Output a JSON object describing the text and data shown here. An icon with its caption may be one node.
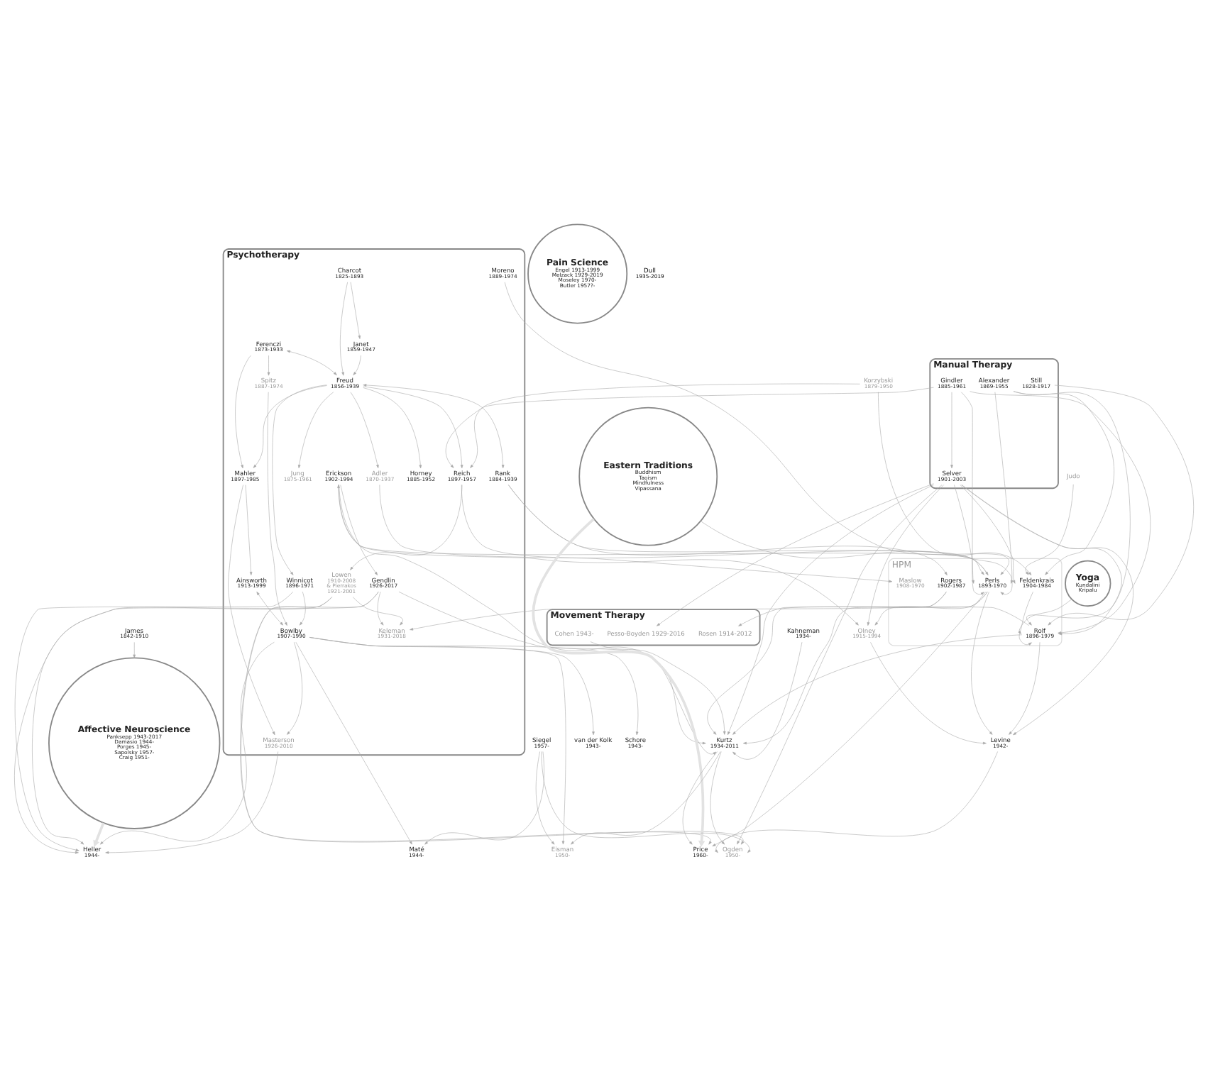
{
  "diagram": {
    "nodes": [
      {
        "text": [
          "Psychotherapy"
        ]
      },
      {
        "text": [
          "Charcot",
          "1825-1893"
        ],
        "in": 0
      },
      {
        "text": [
          "Janet",
          "1859-1947"
        ],
        "in": 0
      },
      {
        "text": [
          "Freud",
          "1856-1939"
        ],
        "in": 0
      },
      {
        "text": [
          "Ferenczi",
          "1873-1933"
        ],
        "in": 0
      },
      {
        "text": [
          "Rank",
          "1884-1939"
        ],
        "in": 0
      },
      {
        "text": [
          "Mahler",
          "1897-1985"
        ],
        "in": 0
      },
      {
        "text": [
          "Jung",
          "1875-1961"
        ],
        "in": 0
      },
      {
        "text": [
          "Adler",
          "1870-1937"
        ],
        "in": 0
      },
      {
        "text": [
          "Horney",
          "1885-1952"
        ],
        "in": 0
      },
      {
        "text": [
          "Reich",
          "1897-1957"
        ],
        "in": 0
      },
      {
        "text": [
          "Spitz",
          "1887-1974"
        ],
        "in": 0
      },
      {
        "text": [
          "Winnicot",
          "1896-1971"
        ],
        "in": 0
      },
      {
        "text": [
          "Moreno",
          "1889-1974"
        ],
        "in": 0
      },
      {
        "text": [
          "Ainsworth",
          "1913-1999"
        ],
        "in": 0
      },
      {
        "text": [
          "Bowlby",
          "1907-1990"
        ],
        "in": 0
      },
      {
        "text": [
          "Lowen",
          "1910-2008",
          "& Pierrakos",
          "1921-2001"
        ],
        "in": 0
      },
      {
        "text": [
          "Erickson",
          "1902-1994"
        ],
        "in": 0
      },
      {
        "text": [
          "Gendlin",
          "1926-2017"
        ],
        "in": 0
      },
      {
        "text": [
          "Keleman",
          "1931-2018"
        ],
        "in": 0
      },
      {
        "text": [
          "Masterson",
          "1926-2010"
        ],
        "in": 0
      },
      {
        "text": [
          "Manual Therapy"
        ]
      },
      {
        "text": [
          "Still",
          "1828-1917"
        ],
        "in": 21
      },
      {
        "text": [
          "Gindler",
          "1885-1961"
        ],
        "in": 21
      },
      {
        "text": [
          "Alexander",
          "1869-1955"
        ],
        "in": 21
      },
      {
        "text": [
          "Selver",
          "1901-2003"
        ],
        "in": 21
      },
      {
        "text": [
          "HPM"
        ]
      },
      {
        "text": [
          "Maslow",
          "1908-1970"
        ],
        "in": 26
      },
      {
        "text": [
          "Rogers",
          "1902-1987"
        ],
        "in": 26
      },
      {
        "text": [
          "Perls",
          "1893-1970"
        ],
        "in": 26
      },
      {
        "text": [
          "Rolf",
          "1896-1979"
        ],
        "in": 26
      },
      {
        "text": [
          "Feldenkrais",
          "1904-1984"
        ],
        "in": 26
      },
      {
        "text": [
          "Movement Therapy"
        ]
      },
      {
        "text": [
          "Pesso-Boyden 1929-2016"
        ],
        "in": 32
      },
      {
        "text": [
          "Rosen 1914-2012"
        ],
        "in": 32
      },
      {
        "text": [
          "Cohen 1943-"
        ],
        "in": 32
      },
      {
        "text": [
          "Yoga",
          "Kundalini",
          "Kripalu"
        ]
      },
      {
        "text": [
          "Judo"
        ]
      },
      {
        "text": [
          "Pain Science",
          "Engel 1913-1999",
          "Melzack 1929-2019",
          "Moseley 1970-",
          "Butler 1957?-"
        ]
      },
      {
        "text": [
          "Affective Neuroscience",
          "Panksepp 1943-2017",
          "Damasio 1944-",
          "Porges 1945-",
          "Sapolsky 1957-",
          "Craig 1951-"
        ]
      },
      {
        "text": [
          "Eastern Traditions",
          "Buddhism",
          "Taoism",
          "Mindfulness",
          "Vipassana"
        ]
      },
      {
        "text": [
          "James",
          "1842-1910"
        ]
      },
      {
        "text": [
          "Korzybski",
          "1879-1950"
        ]
      },
      {
        "text": [
          "van der Kolk",
          "1943-"
        ]
      },
      {
        "text": [
          "Kahneman",
          "1934-"
        ]
      },
      {
        "text": [
          "Schore",
          "1943-"
        ]
      },
      {
        "text": [
          "Siegel",
          "1957-"
        ]
      },
      {
        "text": [
          "Kurtz",
          "1934-2011"
        ]
      },
      {
        "text": [
          "Olney",
          "1915-1994"
        ]
      },
      {
        "text": [
          "Levine",
          "1942-"
        ]
      },
      {
        "text": [
          "Heller",
          "1944-"
        ]
      },
      {
        "text": [
          "Maté",
          "1944-"
        ]
      },
      {
        "text": [
          "Eisman",
          "1950-"
        ]
      },
      {
        "text": [
          "Ogden",
          "1950-"
        ]
      },
      {
        "text": [
          "Price",
          "1960-"
        ]
      }
    ],
    "edges": [
      {
        "from": 1,
        "to": 2,
        "arrow": "to"
      },
      {
        "from": 1,
        "to": 3,
        "arrow": "to"
      },
      {
        "from": 2,
        "to": 3,
        "arrow": "to"
      },
      {
        "from": 4,
        "to": 3,
        "arrow": "both"
      },
      {
        "from": 3,
        "to": 5,
        "arrow": "both"
      },
      {
        "from": 4,
        "to": 6,
        "arrow": "to"
      },
      {
        "from": 4,
        "to": 11,
        "arrow": "to"
      },
      {
        "from": 3,
        "to": 6,
        "arrow": "to"
      },
      {
        "from": 3,
        "to": 7,
        "arrow": "to"
      },
      {
        "from": 3,
        "to": 8,
        "arrow": "to"
      },
      {
        "from": 3,
        "to": 12,
        "arrow": "to"
      },
      {
        "from": 3,
        "to": 9,
        "arrow": "to"
      },
      {
        "from": 3,
        "to": 10,
        "arrow": "to"
      },
      {
        "from": 8,
        "to": 27,
        "arrow": "to"
      },
      {
        "from": 5,
        "to": 28,
        "arrow": "to"
      },
      {
        "from": 5,
        "to": 29,
        "arrow": "to"
      },
      {
        "from": 13,
        "to": 29,
        "arrow": "to"
      },
      {
        "from": 6,
        "to": 14,
        "arrow": "to"
      },
      {
        "from": 6,
        "to": 20,
        "arrow": "to"
      },
      {
        "from": 11,
        "to": 15,
        "arrow": "to"
      },
      {
        "from": 12,
        "to": 15,
        "arrow": "to"
      },
      {
        "from": 12,
        "to": 50,
        "arrow": "to"
      },
      {
        "from": 14,
        "to": 15,
        "arrow": "both"
      },
      {
        "from": 15,
        "to": 20,
        "arrow": "to"
      },
      {
        "from": 15,
        "to": 43,
        "arrow": "to"
      },
      {
        "from": 15,
        "to": 45,
        "arrow": "to"
      },
      {
        "from": 15,
        "to": 51,
        "arrow": "to"
      },
      {
        "from": 15,
        "to": 50,
        "arrow": "to"
      },
      {
        "from": 15,
        "to": 52,
        "arrow": "to"
      },
      {
        "from": 10,
        "to": 29,
        "arrow": "to"
      },
      {
        "from": 10,
        "to": 16,
        "arrow": "to"
      },
      {
        "from": 42,
        "to": 10,
        "arrow": "to"
      },
      {
        "from": 42,
        "to": 31,
        "arrow": "to"
      },
      {
        "from": 23,
        "to": 10,
        "arrow": "to"
      },
      {
        "from": 23,
        "to": 25,
        "arrow": "to"
      },
      {
        "from": 23,
        "to": 29,
        "arrow": "to"
      },
      {
        "from": 23,
        "to": 30,
        "arrow": "to"
      },
      {
        "from": 22,
        "to": 30,
        "arrow": "to"
      },
      {
        "from": 24,
        "to": 29,
        "arrow": "to"
      },
      {
        "from": 24,
        "to": 30,
        "arrow": "to"
      },
      {
        "from": 24,
        "to": 31,
        "arrow": "to"
      },
      {
        "from": 36,
        "to": 30,
        "arrow": "to"
      },
      {
        "from": 37,
        "to": 31,
        "arrow": "to"
      },
      {
        "from": 25,
        "to": 29,
        "arrow": "to"
      },
      {
        "from": 25,
        "to": 30,
        "arrow": "to"
      },
      {
        "from": 25,
        "to": 31,
        "arrow": "to"
      },
      {
        "from": 25,
        "to": 33,
        "arrow": "to"
      },
      {
        "from": 25,
        "to": 47,
        "arrow": "to"
      },
      {
        "from": 25,
        "to": 48,
        "arrow": "to"
      },
      {
        "from": 25,
        "to": 49,
        "arrow": "to"
      },
      {
        "from": 25,
        "to": 53,
        "arrow": "to"
      },
      {
        "from": 31,
        "to": 30,
        "arrow": "to"
      },
      {
        "from": 30,
        "to": 34,
        "arrow": "to"
      },
      {
        "from": 30,
        "to": 47,
        "arrow": "to"
      },
      {
        "from": 30,
        "to": 49,
        "arrow": "to"
      },
      {
        "from": 29,
        "to": 17,
        "arrow": "to"
      },
      {
        "from": 29,
        "to": 47,
        "arrow": "to"
      },
      {
        "from": 29,
        "to": 48,
        "arrow": "to"
      },
      {
        "from": 29,
        "to": 49,
        "arrow": "to"
      },
      {
        "from": 29,
        "to": 54,
        "arrow": "to"
      },
      {
        "from": 17,
        "to": 18,
        "arrow": "to"
      },
      {
        "from": 17,
        "to": 47,
        "arrow": "to"
      },
      {
        "from": 17,
        "to": 48,
        "arrow": "to"
      },
      {
        "from": 28,
        "to": 19,
        "arrow": "to"
      },
      {
        "from": 28,
        "to": 47,
        "arrow": "to"
      },
      {
        "from": 16,
        "to": 19,
        "arrow": "to"
      },
      {
        "from": 16,
        "to": 50,
        "arrow": "to"
      },
      {
        "from": 16,
        "to": 53,
        "arrow": "to"
      },
      {
        "from": 18,
        "to": 19,
        "arrow": "to"
      },
      {
        "from": 18,
        "to": 47,
        "arrow": "to"
      },
      {
        "from": 18,
        "to": 50,
        "arrow": "to"
      },
      {
        "from": 18,
        "to": 54,
        "arrow": "to"
      },
      {
        "from": 20,
        "to": 50,
        "arrow": "to"
      },
      {
        "from": 44,
        "to": 47,
        "arrow": "to"
      },
      {
        "from": 47,
        "to": 52,
        "arrow": "to"
      },
      {
        "from": 47,
        "to": 53,
        "arrow": "to"
      },
      {
        "from": 47,
        "to": 54,
        "arrow": "to"
      },
      {
        "from": 48,
        "to": 49,
        "arrow": "to"
      },
      {
        "from": 49,
        "to": 53,
        "arrow": "to"
      },
      {
        "from": 46,
        "to": 51,
        "arrow": "to"
      },
      {
        "from": 46,
        "to": 52,
        "arrow": "to"
      },
      {
        "from": 46,
        "to": 53,
        "arrow": "to"
      },
      {
        "from": 35,
        "to": 47,
        "arrow": "to"
      },
      {
        "from": 40,
        "to": 29,
        "arrow": "to"
      },
      {
        "from": 41,
        "to": 39,
        "arrow": "to"
      },
      {
        "from": 39,
        "to": 50,
        "arrow": "to",
        "style": "thick",
        "color": "#e2e2e2"
      },
      {
        "from": 40,
        "to": 54,
        "arrow": "to",
        "style": "thick",
        "color": "#e2e2e2"
      }
    ],
    "labels": [
      "Dull",
      "1935-2019"
    ]
  }
}
